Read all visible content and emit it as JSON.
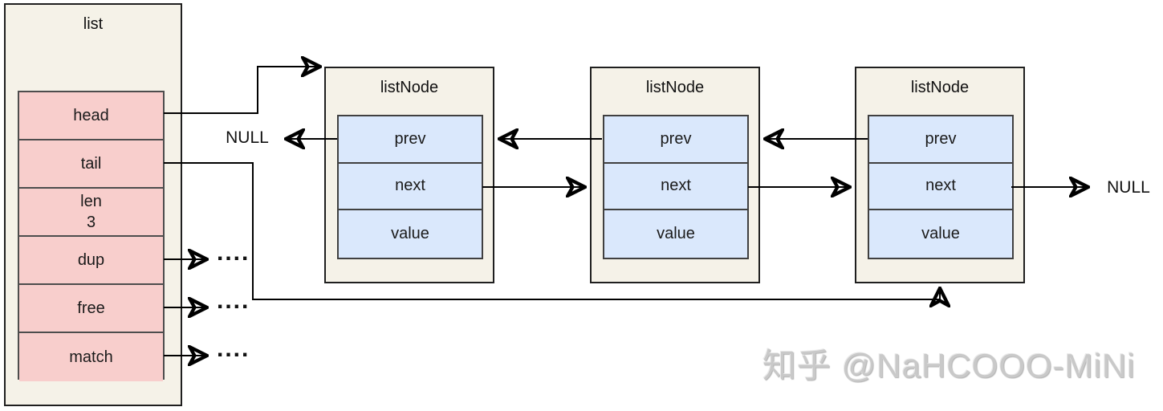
{
  "diagram": {
    "list": {
      "title": "list",
      "fields": [
        {
          "label": "head"
        },
        {
          "label": "tail"
        },
        {
          "label": "len",
          "value": "3"
        },
        {
          "label": "dup"
        },
        {
          "label": "free"
        },
        {
          "label": "match"
        }
      ]
    },
    "nodes": [
      {
        "title": "listNode",
        "fields": [
          {
            "label": "prev"
          },
          {
            "label": "next"
          },
          {
            "label": "value"
          }
        ]
      },
      {
        "title": "listNode",
        "fields": [
          {
            "label": "prev"
          },
          {
            "label": "next"
          },
          {
            "label": "value"
          }
        ]
      },
      {
        "title": "listNode",
        "fields": [
          {
            "label": "prev"
          },
          {
            "label": "next"
          },
          {
            "label": "value"
          }
        ]
      }
    ],
    "labels": {
      "null_prev": "NULL",
      "null_next": "NULL",
      "dup_dots": "....",
      "free_dots": "....",
      "match_dots": "...."
    },
    "watermark": "知乎 @NaHCOOO-MiNi",
    "colors": {
      "struct_fill": "#f5f2e8",
      "pointer_cell_fill": "#f8cecc",
      "node_cell_fill": "#dae8fc",
      "wire": "#000000",
      "watermark": "#c9c9c9"
    }
  }
}
